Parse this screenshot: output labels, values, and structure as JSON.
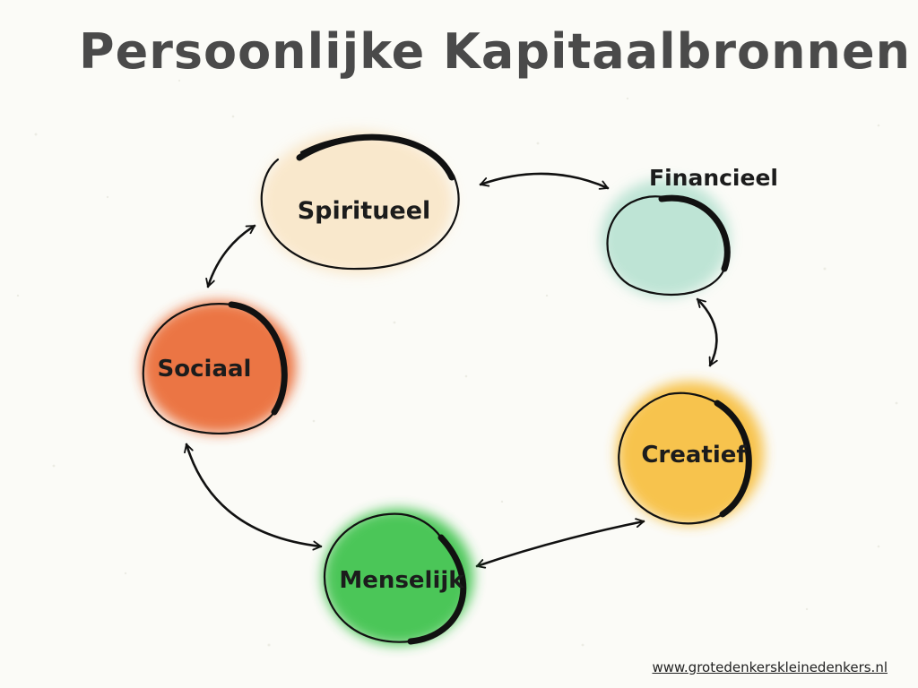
{
  "title": "Persoonlijke Kapitaalbronnen",
  "footer": "www.grotedenkerskleinedenkers.nl",
  "nodes": [
    {
      "id": "spiritueel",
      "label": "Spiritueel",
      "color": "#f9e6c8"
    },
    {
      "id": "financieel",
      "label": "Financieel",
      "color": "#b8e2d2"
    },
    {
      "id": "creatief",
      "label": "Creatief",
      "color": "#f7bd3a"
    },
    {
      "id": "menselijk",
      "label": "Menselijk",
      "color": "#3cc24c"
    },
    {
      "id": "sociaal",
      "label": "Sociaal",
      "color": "#ea6a34"
    }
  ],
  "links": [
    {
      "from": "spiritueel",
      "to": "financieel"
    },
    {
      "from": "financieel",
      "to": "creatief"
    },
    {
      "from": "creatief",
      "to": "menselijk"
    },
    {
      "from": "menselijk",
      "to": "sociaal"
    },
    {
      "from": "sociaal",
      "to": "spiritueel"
    }
  ]
}
